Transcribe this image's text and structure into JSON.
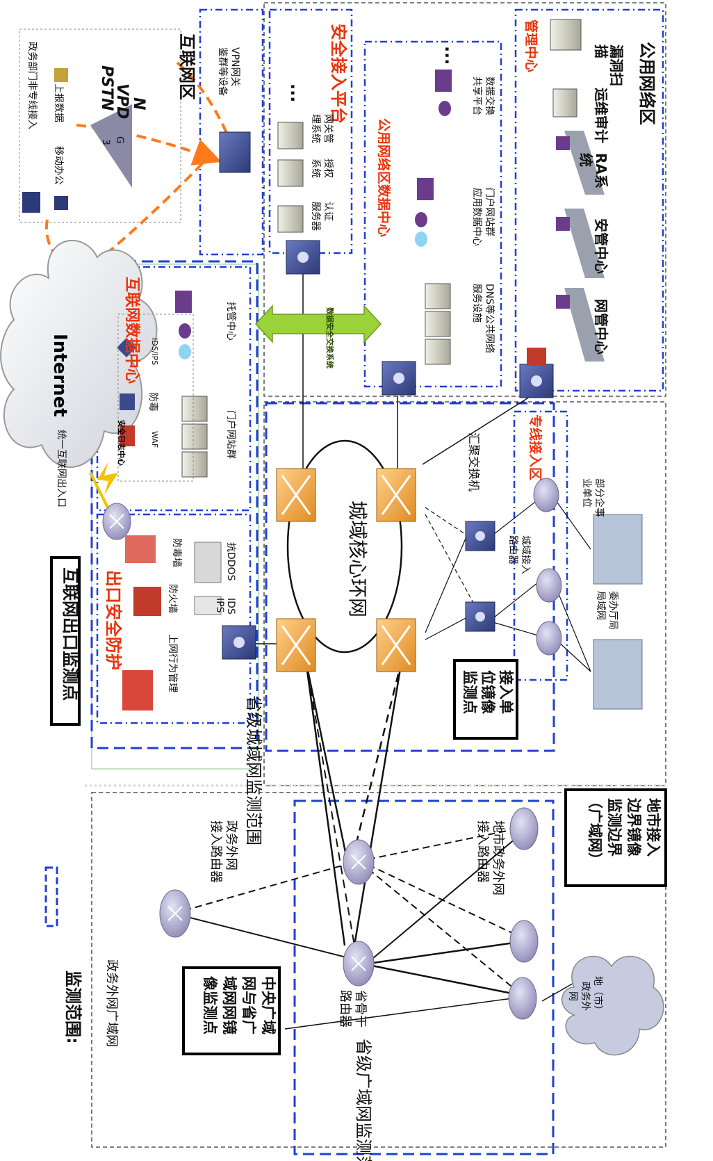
{
  "colors": {
    "zone_dash": "#1f3fd6",
    "accent_red": "#e8340c",
    "accent_orange": "#ff7a1a",
    "exchange_green": "#9bd23a",
    "router": "#a9a6c9",
    "core_switch": "#f2a33c",
    "switch_blue": "#3a4a8a"
  },
  "labels": {
    "gov_dept_private_access": "政务部门非专线接入",
    "mobile_office": "移动办公",
    "report_data": "上报数据",
    "pstn_vpdn_line1": "PSTN",
    "pstn_vpdn_line2": "VPD",
    "pstn_vpdn_line3": "N",
    "tower_3g_a": "3",
    "tower_3g_b": "G",
    "internet": "Internet",
    "unified_internet_entry": "统一互联网出入口",
    "internet_zone": "互联网区",
    "vpn_gateway_line1": "VPN网关",
    "vpn_gateway_line2": "鉴群等设备",
    "security_access_platform": "安全接入平台",
    "auth_server_line1": "认证",
    "auth_server_line2": "服务器",
    "authorization_system_line1": "授权",
    "authorization_system_line2": "系统",
    "gateway_mgmt_line1": "网关管",
    "gateway_mgmt_line2": "理系统",
    "ellipsis": "...",
    "public_dc": "公用网络区数据中心",
    "data_exchange_line1": "数据交换",
    "data_exchange_line2": "共享平台",
    "portal_site_dc_line1": "门户网站群",
    "portal_site_dc_line2": "应用数据中心",
    "dns_line1": "DNS等公共网络",
    "dns_line2": "服务设施",
    "data_exchange_system": "数据安全交换系统",
    "mgmt_center": "管理中心",
    "vuln_scan_line1": "漏洞扫",
    "vuln_scan_line2": "描",
    "ops_audit": "运维审计",
    "ra_system_line1": "RA系",
    "ra_system_line2": "统",
    "security_mgmt_center": "安管中心",
    "network_mgmt_center": "网管中心",
    "public_network_zone": "公用网络区",
    "internet_dc": "互联网数据中心",
    "security_log_center": "安全日志中心",
    "waf": "WAF",
    "antivirus": "防毒",
    "ids_ips_top": "IDS/IPS",
    "hosting_center": "托管中心",
    "portal_site_group": "门户网站群",
    "exit_security": "出口安全防护",
    "internet_behavior_mgmt": "上网行为管理",
    "firewall": "防火墙",
    "antivirus_wall": "防毒墙",
    "anti_ddos": "抗DDOS",
    "ids": "IDS",
    "ips": "IPS",
    "metro_core_ring": "城域核心环网",
    "aggregation_switch": "汇聚交换机",
    "private_line_zone": "专线接入区",
    "metro_access_router_line1": "城域接入",
    "metro_access_router_line2": "路由器",
    "some_enterprises_line1": "部分企事",
    "some_enterprises_line2": "业单位",
    "commission_office_line1": "委办厅局",
    "commission_office_line2": "局域网",
    "provincial_metro_monitor": "省级城域网监测范围",
    "monitor_range": "监测范围:",
    "gov_ext_wan": "政务外网广域网",
    "gov_ext_access_router_line1": "政务外网",
    "gov_ext_access_router_line2": "接入路由器",
    "provincial_backbone_router_line1": "省骨干",
    "provincial_backbone_router_line2": "路由器",
    "city_gov_access_router_line1": "地市政务外网",
    "city_gov_access_router_line2": "接入路由器",
    "city_gov_ext_line1": "地（市）",
    "city_gov_ext_line2": "政务外",
    "city_gov_ext_line3": "网",
    "provincial_wan_monitor": "省级广域网监测范围"
  },
  "callouts": {
    "internet_exit_monitor": "互联网出口监测点",
    "access_unit_mirror_line1": "接入单",
    "access_unit_mirror_line2": "位镜像",
    "access_unit_mirror_line3": "监测点",
    "city_border_line1": "地市接入",
    "city_border_line2": "边界镜像",
    "city_border_line3": "监测边界",
    "city_border_line4": "（广域网）",
    "central_wan_line1": "中央广域",
    "central_wan_line2": "网与省广",
    "central_wan_line3": "域网网镜",
    "central_wan_line4": "像监测点"
  }
}
